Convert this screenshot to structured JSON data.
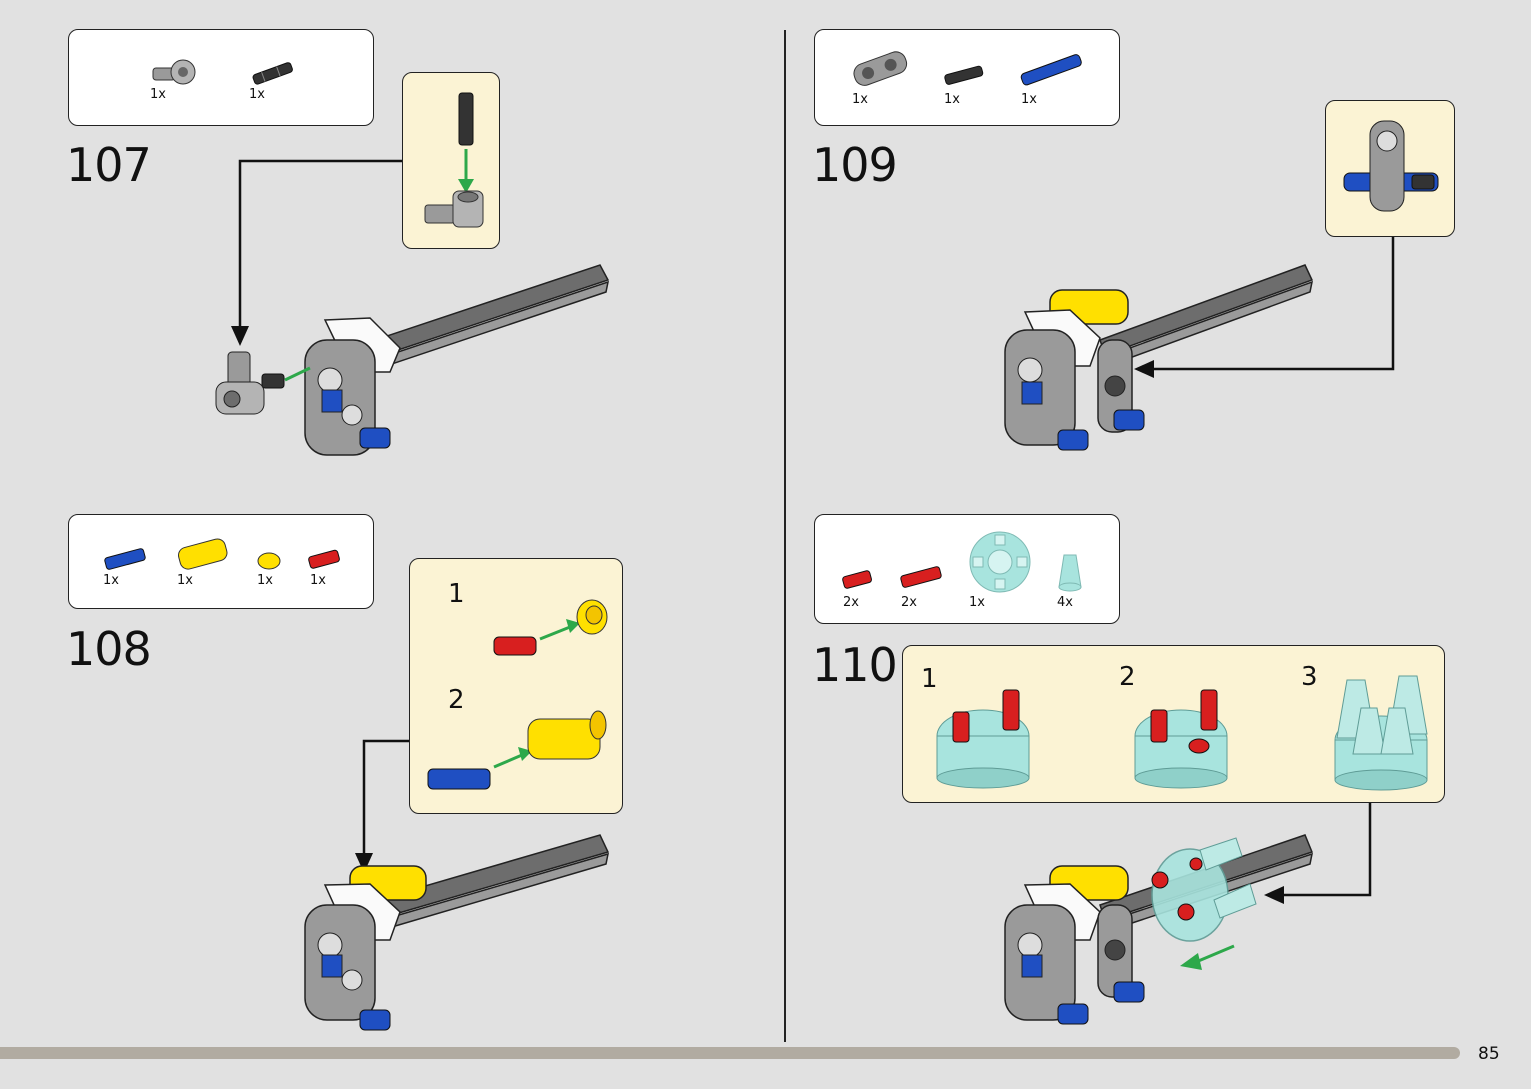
{
  "page_number": "85",
  "steps": [
    {
      "number": "107",
      "parts": [
        {
          "qty": "1x",
          "icon": "gray-angle-connector"
        },
        {
          "qty": "1x",
          "icon": "black-friction-pin"
        }
      ]
    },
    {
      "number": "108",
      "parts": [
        {
          "qty": "1x",
          "icon": "blue-axle-pin"
        },
        {
          "qty": "1x",
          "icon": "yellow-pin-connector"
        },
        {
          "qty": "1x",
          "icon": "yellow-round-tile"
        },
        {
          "qty": "1x",
          "icon": "red-axle-pin"
        }
      ],
      "substeps": [
        "1",
        "2"
      ]
    },
    {
      "number": "109",
      "parts": [
        {
          "qty": "1x",
          "icon": "gray-cross-block"
        },
        {
          "qty": "1x",
          "icon": "black-friction-pin"
        },
        {
          "qty": "1x",
          "icon": "blue-long-pin"
        }
      ]
    },
    {
      "number": "110",
      "parts": [
        {
          "qty": "2x",
          "icon": "red-pin-short"
        },
        {
          "qty": "2x",
          "icon": "red-pin-long"
        },
        {
          "qty": "1x",
          "icon": "trans-light-blue-hub"
        },
        {
          "qty": "4x",
          "icon": "trans-light-blue-cone"
        }
      ],
      "substeps": [
        "1",
        "2",
        "3"
      ]
    }
  ],
  "colors": {
    "background": "#e1e1e1",
    "callout": "#fbf3d4",
    "arrow_green": "#2da84a",
    "brick_gray": "#9a9a9a",
    "brick_blue": "#1f4fc2",
    "brick_yellow": "#ffe000",
    "brick_red": "#d81f1f",
    "trans_blue": "#a8e4de"
  }
}
